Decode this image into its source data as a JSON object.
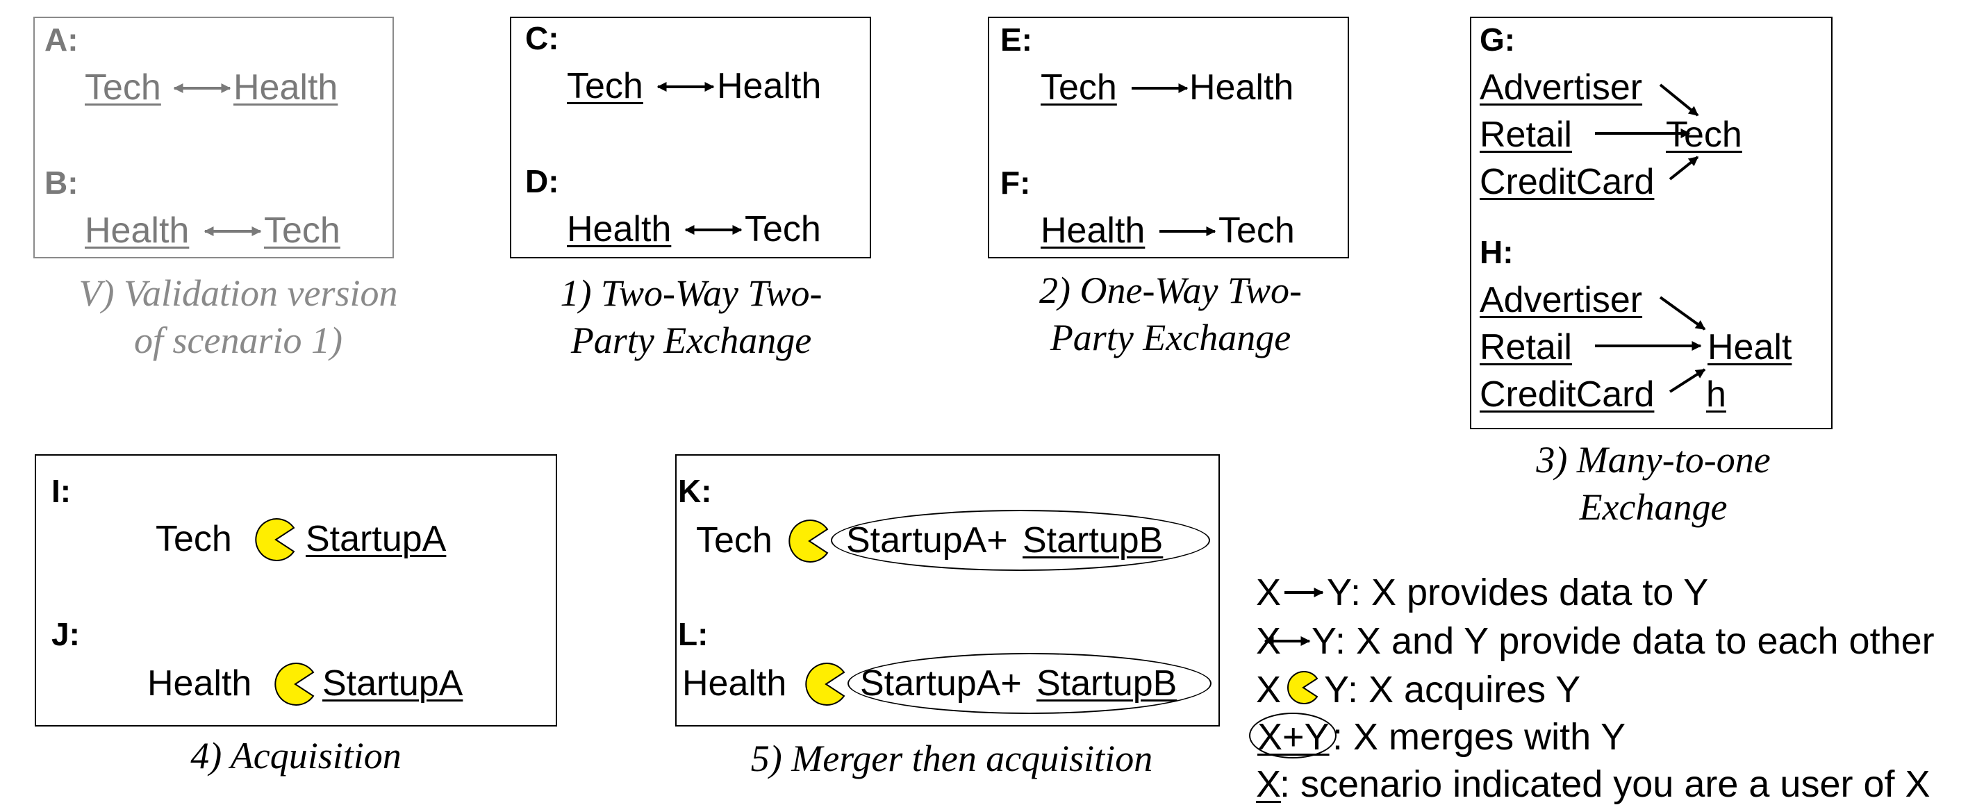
{
  "scenarios": {
    "A": {
      "label": "A:",
      "from": "Tech",
      "to": "Health"
    },
    "B": {
      "label": "B:",
      "from": "Health",
      "to": "Tech"
    },
    "C": {
      "label": "C:",
      "from": "Tech",
      "to": "Health"
    },
    "D": {
      "label": "D:",
      "from": "Health",
      "to": "Tech"
    },
    "E": {
      "label": "E:",
      "from": "Tech",
      "to": "Health"
    },
    "F": {
      "label": "F:",
      "from": "Health",
      "to": "Tech"
    },
    "G": {
      "label": "G:",
      "sources": [
        "Advertiser",
        "Retail",
        "CreditCard"
      ],
      "target": "Tech"
    },
    "H": {
      "label": "H:",
      "sources": [
        "Advertiser",
        "Retail",
        "CreditCard"
      ],
      "target_part1": "Healt",
      "target_part2": "h"
    },
    "I": {
      "label": "I:",
      "acquirer": "Tech",
      "acquired": "StartupA"
    },
    "J": {
      "label": "J:",
      "acquirer": "Health",
      "acquired": "StartupA"
    },
    "K": {
      "label": "K:",
      "acquirer": "Tech",
      "merged_a": "StartupA+",
      "merged_b": "StartupB"
    },
    "L": {
      "label": "L:",
      "acquirer": "Health",
      "merged_a": "StartupA+",
      "merged_b": "StartupB"
    }
  },
  "captions": {
    "v_line1": "V) Validation version",
    "v_line2": "of scenario 1)",
    "s1_line1": "1) Two-Way Two-",
    "s1_line2": "Party Exchange",
    "s2_line1": "2) One-Way Two-",
    "s2_line2": "Party Exchange",
    "s3_line1": "3) Many-to-one",
    "s3_line2": "Exchange",
    "s4": "4) Acquisition",
    "s5": "5) Merger then acquisition"
  },
  "legend": {
    "x": "X",
    "y": "Y",
    "oneway_text": ": X provides data to Y",
    "twoway_text": ": X and Y provide data to each other",
    "acquire_text": ": X acquires Y",
    "merge_inner": "X+Y",
    "merge_text": ": X merges with Y",
    "user_x": "X",
    "user_text": ": scenario indicated you are a user of X"
  },
  "colors": {
    "gray": "#8a8a8a",
    "pacman_fill": "#ffee00"
  }
}
